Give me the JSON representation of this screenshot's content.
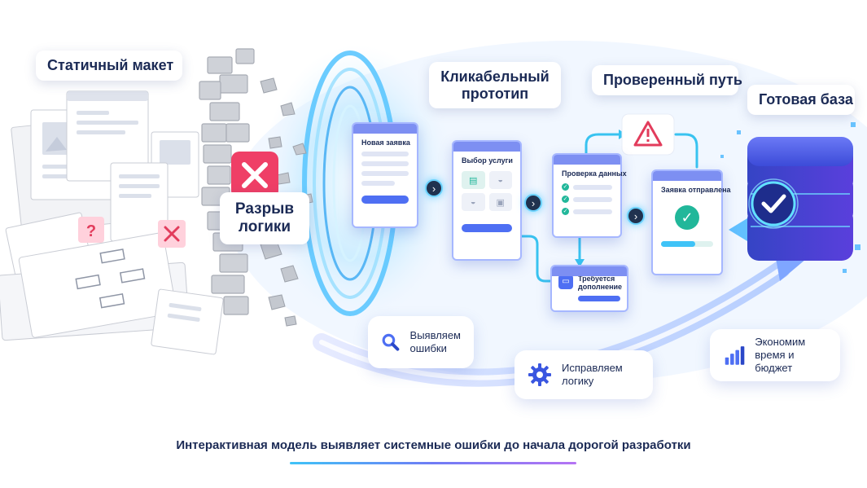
{
  "labels": {
    "static_mockup": "Статичный макет",
    "logic_gap": "Разрыв\nлогики",
    "clickable_prototype": "Кликабельный\nпрототип",
    "verified_path": "Проверенный путь",
    "ready_base": "Готовая база"
  },
  "cards": {
    "new_request": "Новая заявка",
    "service_choice": "Выбор услуги",
    "data_check": "Проверка данных",
    "request_sent": "Заявка отправлена",
    "needs_addition": "Требуется\nдополнение"
  },
  "tiles": {
    "find_errors": "Выявляем\nошибки",
    "fix_logic": "Исправляем\nлогику",
    "save_budget": "Экономим\nвремя и бюджет"
  },
  "doc_marks": {
    "question": "?"
  },
  "caption": "Интерактивная модель выявляет системные ошибки до начала дорогой разработки",
  "colors": {
    "navy": "#1b2a55",
    "accent_blue": "#4e6ff3",
    "cyan_glow": "#3fc3f7",
    "error_red": "#ef3f66",
    "success_teal": "#21b79a"
  }
}
